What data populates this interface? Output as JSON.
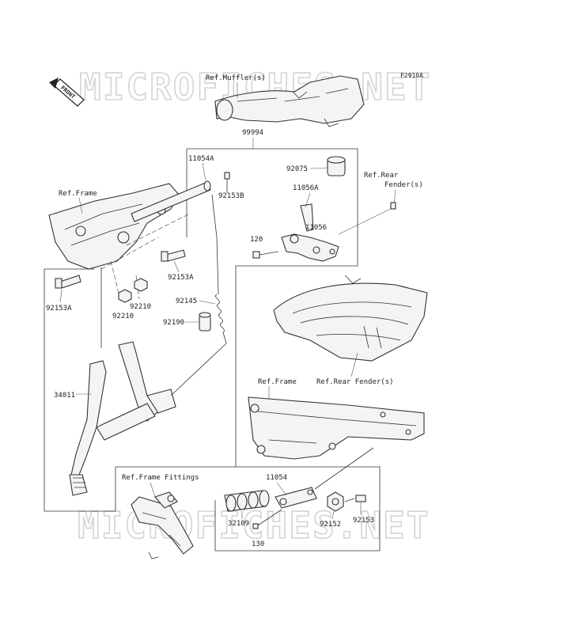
{
  "figure_code": "F2910A",
  "front_tag": "FRONT",
  "watermark": "MICROFICHES.NET",
  "refs": {
    "muffler": "Ref.Muffler(s)",
    "frame_upper": "Ref.Frame",
    "rear_fender_a": "Ref.Rear",
    "rear_fender_b": "Fender(s)",
    "frame_lower": "Ref.Frame",
    "rear_fender_full": "Ref.Rear Fender(s)",
    "frame_fittings": "Ref.Frame Fittings"
  },
  "parts": {
    "p99994": "99994",
    "p11054a": "11054A",
    "p92153b": "92153B",
    "p92075": "92075",
    "p11056a": "11056A",
    "p11056": "11056",
    "p120": "120",
    "p92153a_r": "92153A",
    "p92153a_l": "92153A",
    "p92210_a": "92210",
    "p92210_b": "92210",
    "p92145": "92145",
    "p92190": "92190",
    "p34011": "34011",
    "p11054": "11054",
    "p32109": "32109",
    "p92152": "92152",
    "p92153": "92153",
    "p130": "130"
  }
}
